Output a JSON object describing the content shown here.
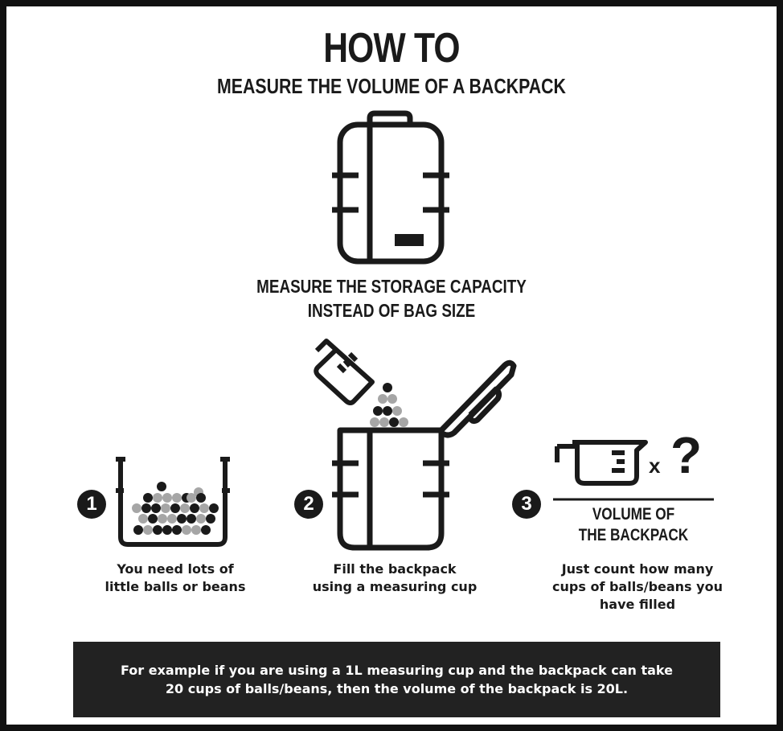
{
  "title": "HOW TO",
  "subtitle": "MEASURE THE VOLUME OF A BACKPACK",
  "storage_note": [
    "MEASURE THE STORAGE CAPACITY",
    "INSTEAD OF BAG SIZE"
  ],
  "steps": [
    {
      "number": "1",
      "lines": [
        "You need lots of",
        "little balls or beans"
      ]
    },
    {
      "number": "2",
      "lines": [
        "Fill the backpack",
        "using a measuring cup"
      ]
    },
    {
      "number": "3",
      "lines": [
        "Just count how many",
        "cups of balls/beans you",
        "have filled"
      ]
    }
  ],
  "formula": {
    "multiply": "x",
    "unknown": "?",
    "result_lines": [
      "VOLUME OF",
      "THE BACKPACK"
    ]
  },
  "example": [
    "For example if you are using a 1L measuring cup and the backpack can take",
    "20 cups of balls/beans, then the volume of the backpack is 20L."
  ],
  "colors": {
    "ink": "#1a1a1a",
    "ball_dark": "#1a1a1a",
    "ball_light": "#a6a6a6",
    "banner": "#222222"
  },
  "icons": [
    "backpack-icon",
    "container-icon",
    "measuring-cup-icon",
    "balls-icon"
  ]
}
